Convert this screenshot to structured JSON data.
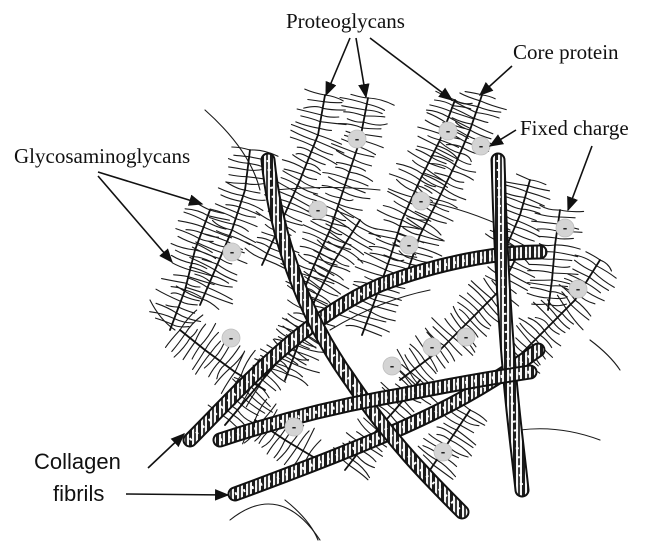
{
  "labels": {
    "proteoglycans": "Proteoglycans",
    "core_protein": "Core protein",
    "fixed_charge": "Fixed charge",
    "glycosaminoglycans": "Glycosaminoglycans",
    "collagen_line1": "Collagen",
    "collagen_line2": "fibrils"
  },
  "charge_symbol": "-",
  "colors": {
    "ink": "#111111",
    "charge_fill": "#d4d4d4"
  }
}
